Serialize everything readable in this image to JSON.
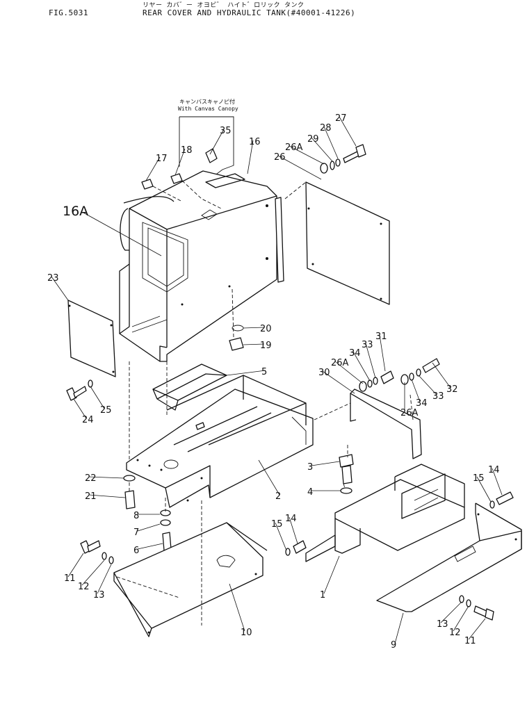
{
  "header": {
    "fig_number": "FIG.5031",
    "title_jp": "リヤー カバ゛ー オヨビ゛ ハイト゛ロリック タンク",
    "title_en": "REAR COVER AND HYDRAULIC TANK(#40001-41226)"
  },
  "canopy_note": {
    "jp": "キャンバスキャノピ付",
    "en": "With Canvas Canopy"
  },
  "callouts": [
    "16A",
    "23",
    "24",
    "25",
    "17",
    "18",
    "35",
    "16",
    "26",
    "26A",
    "29",
    "28",
    "27",
    "20",
    "19",
    "5",
    "2",
    "22",
    "21",
    "8",
    "7",
    "6",
    "11",
    "12",
    "13",
    "10",
    "30",
    "26A",
    "34",
    "33",
    "31",
    "26A",
    "34",
    "33",
    "32",
    "3",
    "4",
    "15",
    "14",
    "1",
    "15",
    "14",
    "13",
    "12",
    "11",
    "9"
  ]
}
